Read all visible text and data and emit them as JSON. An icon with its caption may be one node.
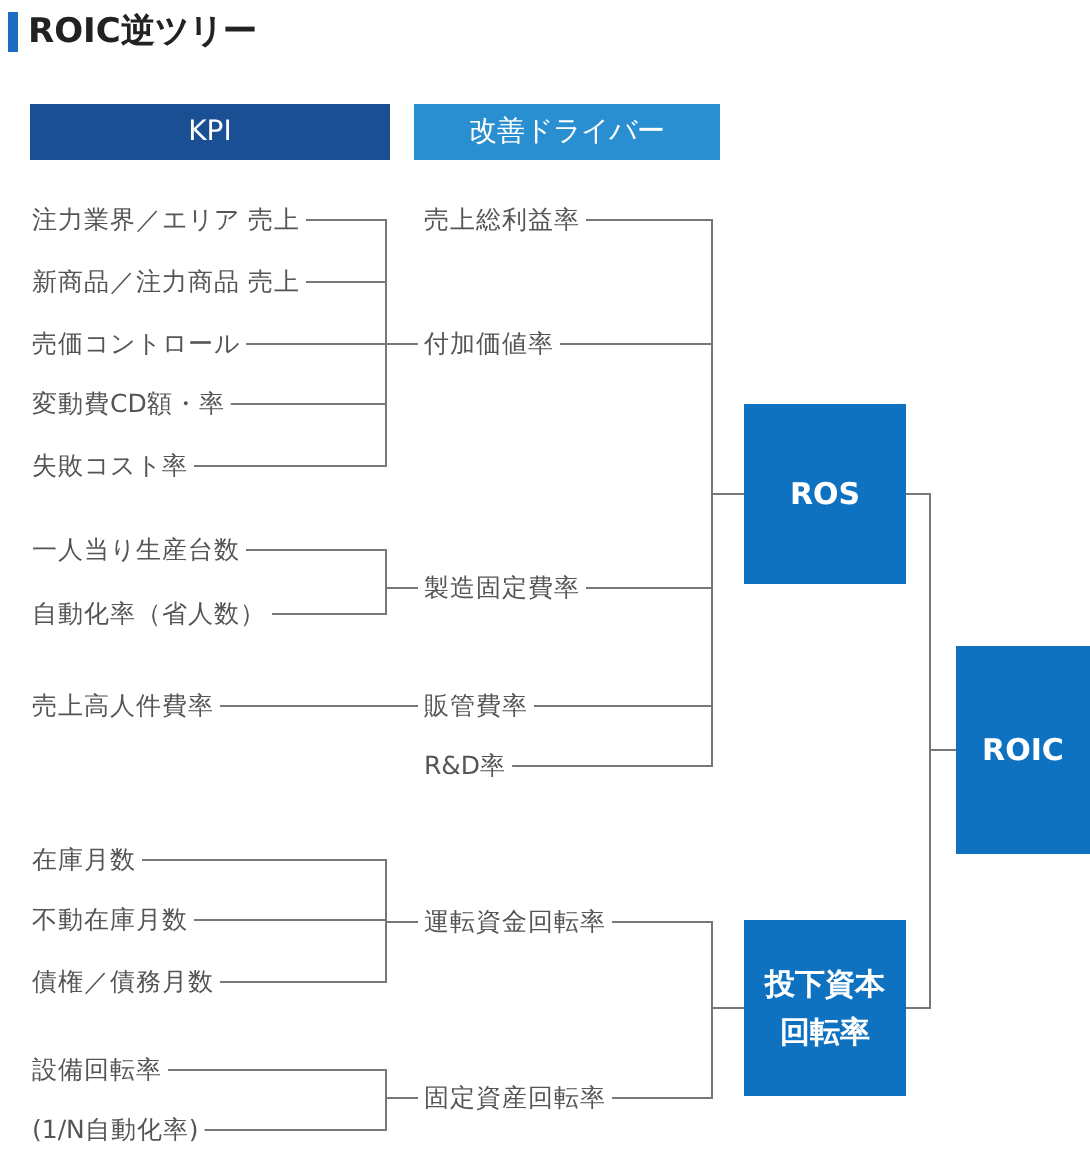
{
  "diagram": {
    "title": "ROIC逆ツリー",
    "nodes": [
      {
        "text": [
          "KPI"
        ]
      },
      {
        "text": [
          "改善ドライバー"
        ]
      },
      {
        "text": [
          "注力業界／エリア 売上"
        ]
      },
      {
        "text": [
          "新商品／注力商品 売上"
        ]
      },
      {
        "text": [
          "売価コントロール"
        ]
      },
      {
        "text": [
          "変動費CD額・率"
        ]
      },
      {
        "text": [
          "失敗コスト率"
        ]
      },
      {
        "text": [
          "一人当り生産台数"
        ]
      },
      {
        "text": [
          "自動化率（省人数）"
        ]
      },
      {
        "text": [
          "売上高人件費率"
        ]
      },
      {
        "text": [
          "在庫月数"
        ]
      },
      {
        "text": [
          "不動在庫月数"
        ]
      },
      {
        "text": [
          "債権／債務月数"
        ]
      },
      {
        "text": [
          "設備回転率"
        ]
      },
      {
        "text": [
          "(1/N自動化率)"
        ]
      },
      {
        "text": [
          "売上総利益率"
        ]
      },
      {
        "text": [
          "付加価値率"
        ]
      },
      {
        "text": [
          "製造固定費率"
        ]
      },
      {
        "text": [
          "販管費率"
        ]
      },
      {
        "text": [
          "R&D率"
        ]
      },
      {
        "text": [
          "運転資金回転率"
        ]
      },
      {
        "text": [
          "固定資産回転率"
        ]
      },
      {
        "text": [
          "ROS"
        ]
      },
      {
        "text": [
          "投下資本回転率"
        ]
      },
      {
        "text": [
          "ROIC"
        ]
      }
    ],
    "edges": [
      {
        "from": 2,
        "to": 16,
        "arrow": "none"
      },
      {
        "from": 3,
        "to": 16,
        "arrow": "none"
      },
      {
        "from": 4,
        "to": 16,
        "arrow": "none"
      },
      {
        "from": 5,
        "to": 16,
        "arrow": "none"
      },
      {
        "from": 6,
        "to": 16,
        "arrow": "none"
      },
      {
        "from": 7,
        "to": 17,
        "arrow": "none"
      },
      {
        "from": 8,
        "to": 17,
        "arrow": "none"
      },
      {
        "from": 9,
        "to": 18,
        "arrow": "none"
      },
      {
        "from": 10,
        "to": 20,
        "arrow": "none"
      },
      {
        "from": 11,
        "to": 20,
        "arrow": "none"
      },
      {
        "from": 12,
        "to": 20,
        "arrow": "none"
      },
      {
        "from": 13,
        "to": 21,
        "arrow": "none"
      },
      {
        "from": 14,
        "to": 21,
        "arrow": "none"
      },
      {
        "from": 15,
        "to": 22,
        "arrow": "none"
      },
      {
        "from": 16,
        "to": 22,
        "arrow": "none"
      },
      {
        "from": 17,
        "to": 22,
        "arrow": "none"
      },
      {
        "from": 18,
        "to": 22,
        "arrow": "none"
      },
      {
        "from": 19,
        "to": 22,
        "arrow": "none"
      },
      {
        "from": 20,
        "to": 23,
        "arrow": "none"
      },
      {
        "from": 21,
        "to": 23,
        "arrow": "none"
      },
      {
        "from": 22,
        "to": 24,
        "arrow": "none"
      },
      {
        "from": 23,
        "to": 24,
        "arrow": "none"
      }
    ]
  }
}
